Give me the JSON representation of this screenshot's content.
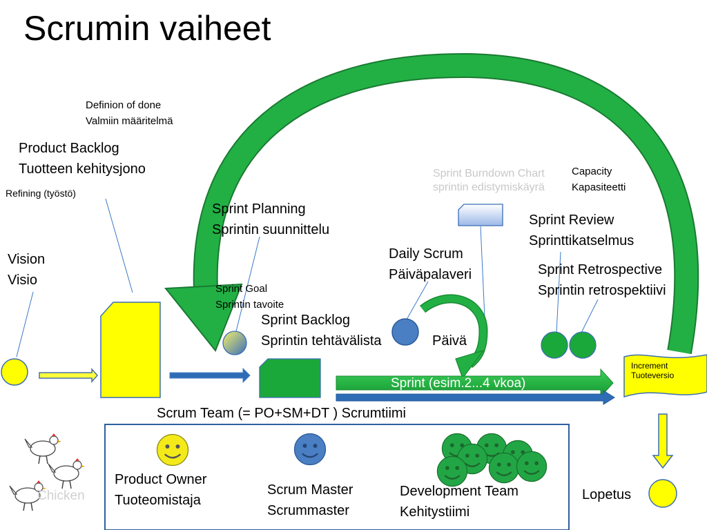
{
  "title": "Scrumin vaiheet",
  "labels": {
    "dod": [
      "Definion of done",
      "Valmiin määritelmä"
    ],
    "product_backlog": [
      "Product Backlog",
      "Tuotteen kehitysjono"
    ],
    "refining": "Refining (työstö)",
    "vision": [
      "Vision",
      "Visio"
    ],
    "sprint_planning": [
      "Sprint Planning",
      "Sprintin suunnittelu"
    ],
    "sprint_goal": [
      "Sprint Goal",
      "Sprintin tavoite"
    ],
    "sprint_backlog": [
      "Sprint Backlog",
      "Sprintin tehtävälista"
    ],
    "daily_scrum": [
      "Daily Scrum",
      "Päiväpalaveri"
    ],
    "day": "Päivä",
    "burndown": [
      "Sprint Burndown Chart",
      "sprintin edistymiskäyrä"
    ],
    "capacity": [
      "Capacity",
      "Kapasiteetti"
    ],
    "sprint_review": [
      "Sprint Review",
      "Sprinttikatselmus"
    ],
    "sprint_retro": [
      "Sprint Retrospective",
      "Sprintin retrospektiivi"
    ],
    "increment": [
      "Increment",
      "Tuoteversio"
    ],
    "sprint_arrow": "Sprint (esim.2...4 vkoa)",
    "scrum_team": "Scrum Team (= PO+SM+DT ) Scrumtiimi",
    "product_owner": [
      "Product Owner",
      "Tuoteomistaja"
    ],
    "scrum_master": [
      "Scrum Master",
      "Scrummaster"
    ],
    "dev_team": [
      "Development Team",
      "Kehitystiimi"
    ],
    "chicken": "Chicken",
    "end": "Lopetus"
  },
  "colors": {
    "green": "#1ba83a",
    "yellow": "#ffff00",
    "blue": "#2e6cb5",
    "face_yellow": "#f4ea1a",
    "face_blue": "#4a7fc3",
    "face_green": "#22a645"
  },
  "icons": [
    "smiley-icon",
    "chicken-icon",
    "document-icon",
    "arrow-icon"
  ]
}
